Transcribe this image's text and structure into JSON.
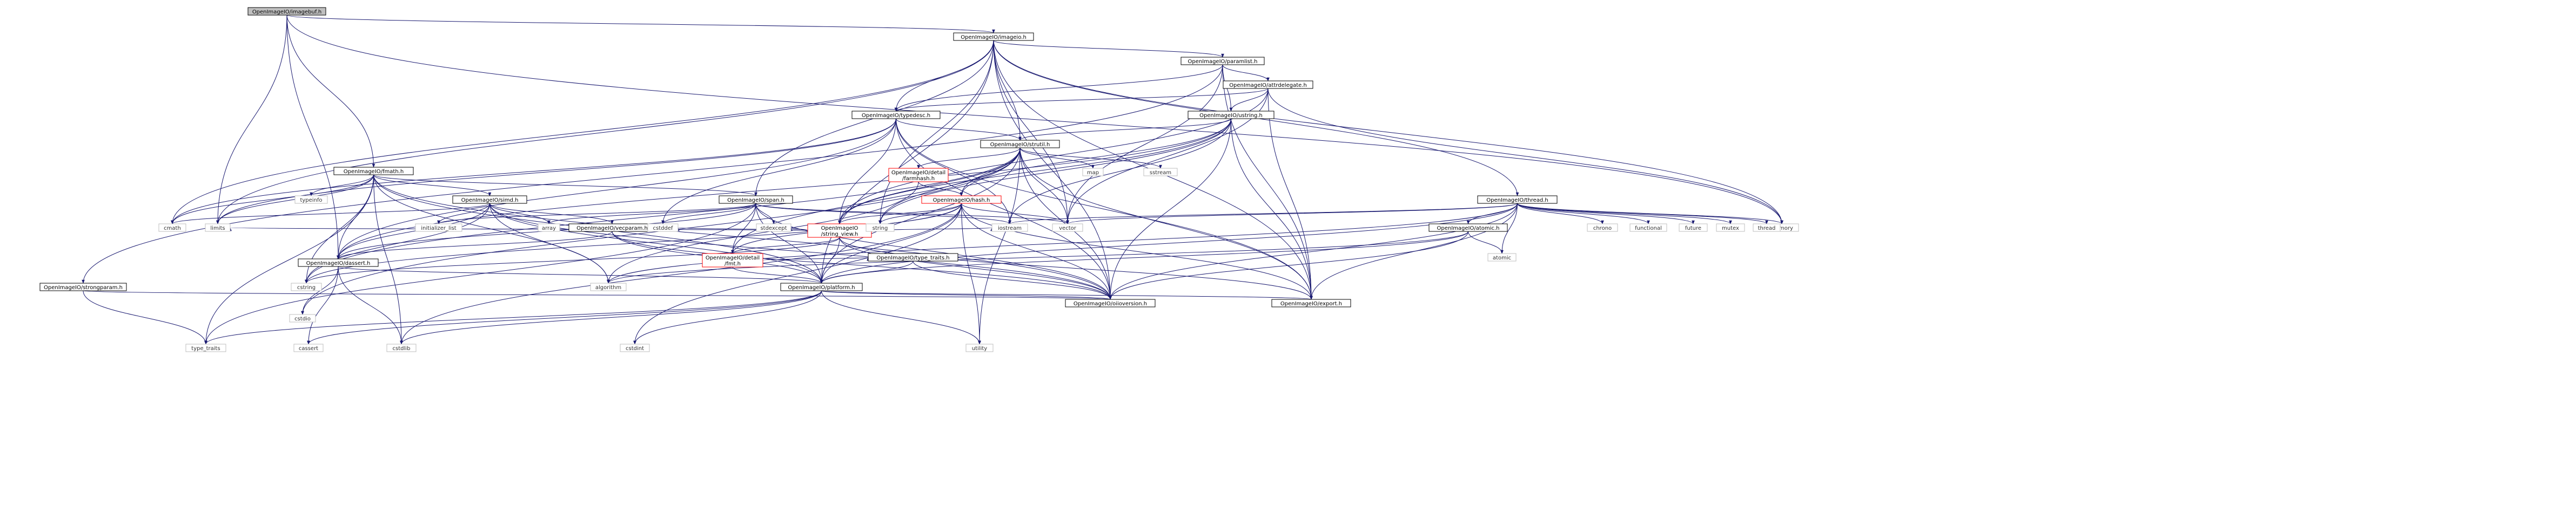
{
  "nodes": [
    {
      "id": "root",
      "label": "OpenImageIO/imagebuf.h",
      "kind": "root"
    },
    {
      "id": "imageio",
      "label": "OpenImageIO/imageio.h",
      "kind": "header"
    },
    {
      "id": "paramlist",
      "label": "OpenImageIO/paramlist.h",
      "kind": "header"
    },
    {
      "id": "attrdelegate",
      "label": "OpenImageIO/attrdelegate.h",
      "kind": "header"
    },
    {
      "id": "typedesc",
      "label": "OpenImageIO/typedesc.h",
      "kind": "header"
    },
    {
      "id": "ustring",
      "label": "OpenImageIO/ustring.h",
      "kind": "header"
    },
    {
      "id": "strutil",
      "label": "OpenImageIO/strutil.h",
      "kind": "header"
    },
    {
      "id": "farmhash",
      "label": "OpenImageIO/detail/farmhash.h",
      "kind": "truncated"
    },
    {
      "id": "hash",
      "label": "OpenImageIO/hash.h",
      "kind": "truncated"
    },
    {
      "id": "string_view",
      "label": "OpenImageIO/string_view.h",
      "kind": "truncated"
    },
    {
      "id": "fmt",
      "label": "OpenImageIO/detail/fmt.h",
      "kind": "truncated"
    },
    {
      "id": "fmath",
      "label": "OpenImageIO/fmath.h",
      "kind": "header"
    },
    {
      "id": "simd",
      "label": "OpenImageIO/simd.h",
      "kind": "header"
    },
    {
      "id": "span",
      "label": "OpenImageIO/span.h",
      "kind": "header"
    },
    {
      "id": "vecparam",
      "label": "OpenImageIO/vecparam.h",
      "kind": "header"
    },
    {
      "id": "type_traits_h",
      "label": "OpenImageIO/type_traits.h",
      "kind": "header"
    },
    {
      "id": "dassert",
      "label": "OpenImageIO/dassert.h",
      "kind": "header"
    },
    {
      "id": "platform",
      "label": "OpenImageIO/platform.h",
      "kind": "header"
    },
    {
      "id": "oiioversion",
      "label": "OpenImageIO/oiioversion.h",
      "kind": "header"
    },
    {
      "id": "export",
      "label": "OpenImageIO/export.h",
      "kind": "header"
    },
    {
      "id": "thread",
      "label": "OpenImageIO/thread.h",
      "kind": "header"
    },
    {
      "id": "atomic_h",
      "label": "OpenImageIO/atomic.h",
      "kind": "header"
    },
    {
      "id": "strongparam",
      "label": "OpenImageIO/strongparam.h",
      "kind": "header"
    },
    {
      "id": "memory",
      "label": "memory",
      "kind": "system"
    },
    {
      "id": "vector",
      "label": "vector",
      "kind": "system"
    },
    {
      "id": "iostream",
      "label": "iostream",
      "kind": "system"
    },
    {
      "id": "string",
      "label": "string",
      "kind": "system"
    },
    {
      "id": "chrono",
      "label": "chrono",
      "kind": "system"
    },
    {
      "id": "functional",
      "label": "functional",
      "kind": "system"
    },
    {
      "id": "future",
      "label": "future",
      "kind": "system"
    },
    {
      "id": "mutex",
      "label": "mutex",
      "kind": "system"
    },
    {
      "id": "thread_std",
      "label": "thread",
      "kind": "system"
    },
    {
      "id": "atomic",
      "label": "atomic",
      "kind": "system"
    },
    {
      "id": "map",
      "label": "map",
      "kind": "system"
    },
    {
      "id": "sstream",
      "label": "sstream",
      "kind": "system"
    },
    {
      "id": "typeinfo",
      "label": "typeinfo",
      "kind": "system"
    },
    {
      "id": "cmath",
      "label": "cmath",
      "kind": "system"
    },
    {
      "id": "limits",
      "label": "limits",
      "kind": "system"
    },
    {
      "id": "cstring",
      "label": "cstring",
      "kind": "system"
    },
    {
      "id": "initializer_list",
      "label": "initializer_list",
      "kind": "system"
    },
    {
      "id": "array",
      "label": "array",
      "kind": "system"
    },
    {
      "id": "cstddef",
      "label": "cstddef",
      "kind": "system"
    },
    {
      "id": "stdexcept",
      "label": "stdexcept",
      "kind": "system"
    },
    {
      "id": "algorithm",
      "label": "algorithm",
      "kind": "system"
    },
    {
      "id": "cstdio",
      "label": "cstdio",
      "kind": "system"
    },
    {
      "id": "cassert",
      "label": "cassert",
      "kind": "system"
    },
    {
      "id": "cstdlib",
      "label": "cstdlib",
      "kind": "system"
    },
    {
      "id": "type_traits",
      "label": "type_traits",
      "kind": "system"
    },
    {
      "id": "cstdint",
      "label": "cstdint",
      "kind": "system"
    },
    {
      "id": "utility",
      "label": "utility",
      "kind": "system"
    }
  ],
  "edges": [
    [
      "root",
      "imageio"
    ],
    [
      "root",
      "fmath"
    ],
    [
      "root",
      "dassert"
    ],
    [
      "root",
      "limits"
    ],
    [
      "root",
      "memory"
    ],
    [
      "imageio",
      "paramlist"
    ],
    [
      "imageio",
      "typedesc"
    ],
    [
      "imageio",
      "strutil"
    ],
    [
      "imageio",
      "span"
    ],
    [
      "imageio",
      "thread"
    ],
    [
      "imageio",
      "cmath"
    ],
    [
      "imageio",
      "limits"
    ],
    [
      "imageio",
      "string"
    ],
    [
      "imageio",
      "vector"
    ],
    [
      "imageio",
      "memory"
    ],
    [
      "imageio",
      "export"
    ],
    [
      "imageio",
      "oiioversion"
    ],
    [
      "imageio",
      "platform"
    ],
    [
      "paramlist",
      "attrdelegate"
    ],
    [
      "paramlist",
      "typedesc"
    ],
    [
      "paramlist",
      "ustring"
    ],
    [
      "paramlist",
      "strongparam"
    ],
    [
      "paramlist",
      "export"
    ],
    [
      "paramlist",
      "vector"
    ],
    [
      "attrdelegate",
      "typedesc"
    ],
    [
      "attrdelegate",
      "ustring"
    ],
    [
      "attrdelegate",
      "string_view"
    ],
    [
      "attrdelegate",
      "memory"
    ],
    [
      "attrdelegate",
      "vector"
    ],
    [
      "attrdelegate",
      "export"
    ],
    [
      "typedesc",
      "strutil"
    ],
    [
      "typedesc",
      "string_view"
    ],
    [
      "typedesc",
      "dassert"
    ],
    [
      "typedesc",
      "cmath"
    ],
    [
      "typedesc",
      "limits"
    ],
    [
      "typedesc",
      "cstddef"
    ],
    [
      "typedesc",
      "iostream"
    ],
    [
      "typedesc",
      "export"
    ],
    [
      "typedesc",
      "oiioversion"
    ],
    [
      "ustring",
      "strutil"
    ],
    [
      "ustring",
      "hash"
    ],
    [
      "ustring",
      "string_view"
    ],
    [
      "ustring",
      "dassert"
    ],
    [
      "ustring",
      "string"
    ],
    [
      "ustring",
      "iostream"
    ],
    [
      "ustring",
      "export"
    ],
    [
      "ustring",
      "oiioversion"
    ],
    [
      "strutil",
      "farmhash"
    ],
    [
      "strutil",
      "hash"
    ],
    [
      "strutil",
      "string_view"
    ],
    [
      "strutil",
      "fmt"
    ],
    [
      "strutil",
      "map"
    ],
    [
      "strutil",
      "sstream"
    ],
    [
      "strutil",
      "string"
    ],
    [
      "strutil",
      "vector"
    ],
    [
      "strutil",
      "cstdio"
    ],
    [
      "strutil",
      "cstring"
    ],
    [
      "strutil",
      "utility"
    ],
    [
      "strutil",
      "export"
    ],
    [
      "strutil",
      "oiioversion"
    ],
    [
      "strutil",
      "platform"
    ],
    [
      "farmhash",
      "hash"
    ],
    [
      "farmhash",
      "algorithm"
    ],
    [
      "hash",
      "string_view"
    ],
    [
      "hash",
      "fmt"
    ],
    [
      "hash",
      "cstring"
    ],
    [
      "hash",
      "cstdint"
    ],
    [
      "hash",
      "cstdlib"
    ],
    [
      "hash",
      "string"
    ],
    [
      "hash",
      "vector"
    ],
    [
      "hash",
      "utility"
    ],
    [
      "hash",
      "export"
    ],
    [
      "hash",
      "oiioversion"
    ],
    [
      "hash",
      "platform"
    ],
    [
      "string_view",
      "cstddef"
    ],
    [
      "string_view",
      "stdexcept"
    ],
    [
      "string_view",
      "fmt"
    ],
    [
      "string_view",
      "cstring"
    ],
    [
      "string_view",
      "string"
    ],
    [
      "string_view",
      "iostream"
    ],
    [
      "string_view",
      "limits"
    ],
    [
      "string_view",
      "export"
    ],
    [
      "string_view",
      "oiioversion"
    ],
    [
      "string_view",
      "platform"
    ],
    [
      "fmt",
      "platform"
    ],
    [
      "fmt",
      "type_traits_h"
    ],
    [
      "fmath",
      "simd"
    ],
    [
      "fmath",
      "span"
    ],
    [
      "fmath",
      "dassert"
    ],
    [
      "fmath",
      "typeinfo"
    ],
    [
      "fmath",
      "cmath"
    ],
    [
      "fmath",
      "limits"
    ],
    [
      "fmath",
      "cstring"
    ],
    [
      "fmath",
      "algorithm"
    ],
    [
      "fmath",
      "type_traits"
    ],
    [
      "fmath",
      "cstdlib"
    ],
    [
      "fmath",
      "platform"
    ],
    [
      "fmath",
      "oiioversion"
    ],
    [
      "simd",
      "vecparam"
    ],
    [
      "simd",
      "dassert"
    ],
    [
      "simd",
      "cmath"
    ],
    [
      "simd",
      "initializer_list"
    ],
    [
      "simd",
      "array"
    ],
    [
      "simd",
      "cstring"
    ],
    [
      "simd",
      "algorithm"
    ],
    [
      "simd",
      "platform"
    ],
    [
      "simd",
      "oiioversion"
    ],
    [
      "span",
      "dassert"
    ],
    [
      "span",
      "cstddef"
    ],
    [
      "span",
      "array"
    ],
    [
      "span",
      "initializer_list"
    ],
    [
      "span",
      "vector"
    ],
    [
      "span",
      "stdexcept"
    ],
    [
      "span",
      "type_traits"
    ],
    [
      "span",
      "iostream"
    ],
    [
      "span",
      "platform"
    ],
    [
      "span",
      "oiioversion"
    ],
    [
      "span",
      "fmt"
    ],
    [
      "vecparam",
      "platform"
    ],
    [
      "vecparam",
      "dassert"
    ],
    [
      "vecparam",
      "oiioversion"
    ],
    [
      "type_traits_h",
      "oiioversion"
    ],
    [
      "type_traits_h",
      "platform"
    ],
    [
      "dassert",
      "cstdio"
    ],
    [
      "dassert",
      "cassert"
    ],
    [
      "dassert",
      "cstdlib"
    ],
    [
      "dassert",
      "platform"
    ],
    [
      "platform",
      "cassert"
    ],
    [
      "platform",
      "cstdlib"
    ],
    [
      "platform",
      "type_traits"
    ],
    [
      "platform",
      "utility"
    ],
    [
      "platform",
      "cstdint"
    ],
    [
      "platform",
      "oiioversion"
    ],
    [
      "platform",
      "export"
    ],
    [
      "thread",
      "atomic_h"
    ],
    [
      "thread",
      "chrono"
    ],
    [
      "thread",
      "functional"
    ],
    [
      "thread",
      "future"
    ],
    [
      "thread",
      "mutex"
    ],
    [
      "thread",
      "thread_std"
    ],
    [
      "thread",
      "atomic"
    ],
    [
      "thread",
      "memory"
    ],
    [
      "thread",
      "vector"
    ],
    [
      "thread",
      "iostream"
    ],
    [
      "thread",
      "algorithm"
    ],
    [
      "thread",
      "export"
    ],
    [
      "thread",
      "oiioversion"
    ],
    [
      "thread",
      "platform"
    ],
    [
      "atomic_h",
      "atomic"
    ],
    [
      "atomic_h",
      "algorithm"
    ],
    [
      "atomic_h",
      "oiioversion"
    ],
    [
      "atomic_h",
      "platform"
    ],
    [
      "strongparam",
      "type_traits"
    ],
    [
      "strongparam",
      "oiioversion"
    ]
  ],
  "colors": {
    "root_fill": "#bfbfbf",
    "header_border": "#000000",
    "truncated_border": "#ff0000",
    "system_border": "#bfbfbf",
    "edge": "#191970",
    "text": "#000000",
    "system_text": "#333333"
  }
}
